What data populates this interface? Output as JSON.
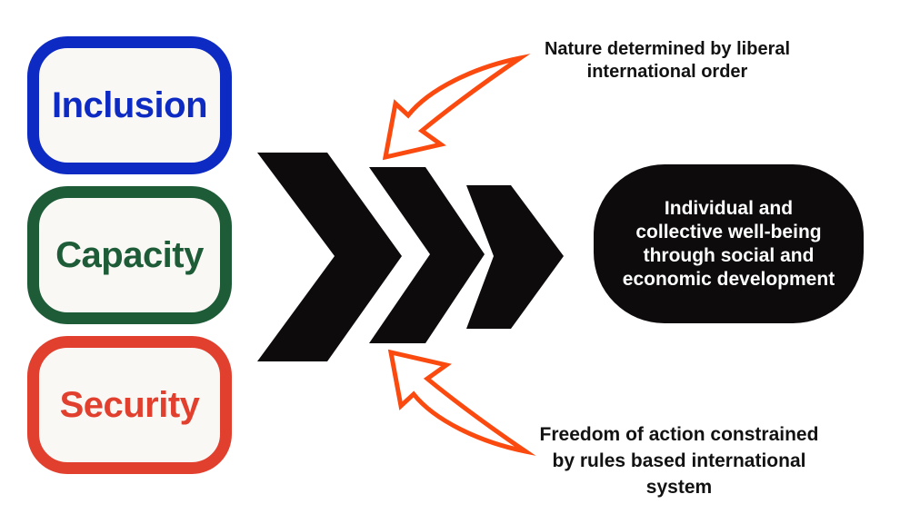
{
  "page": {
    "background": "#ffffff"
  },
  "inputs": [
    {
      "label": "Inclusion",
      "color": "#0d2ac3",
      "fill": "#f9f8f5"
    },
    {
      "label": "Capacity",
      "color": "#1e5c38",
      "fill": "#f9f8f5"
    },
    {
      "label": "Security",
      "color": "#e2402f",
      "fill": "#f9f8f5"
    }
  ],
  "chevrons": {
    "icon": "triple-chevron-right-icon",
    "color": "#0d0b0c"
  },
  "outcome": {
    "text": "Individual and collective well-being through social and economic development",
    "lines": [
      "Individual and",
      "collective well-being",
      "through social and",
      "economic development"
    ],
    "bg": "#0d0b0c",
    "text_color": "#ffffff"
  },
  "annotations": {
    "arrow_color": "#fb4a0f",
    "top": {
      "text": "Nature determined by liberal international order",
      "lines": [
        "Nature determined by liberal",
        "international order"
      ]
    },
    "bottom": {
      "text": "Freedom of action constrained by rules based international system",
      "lines": [
        "Freedom of action constrained",
        "by rules based international",
        "system"
      ]
    }
  }
}
